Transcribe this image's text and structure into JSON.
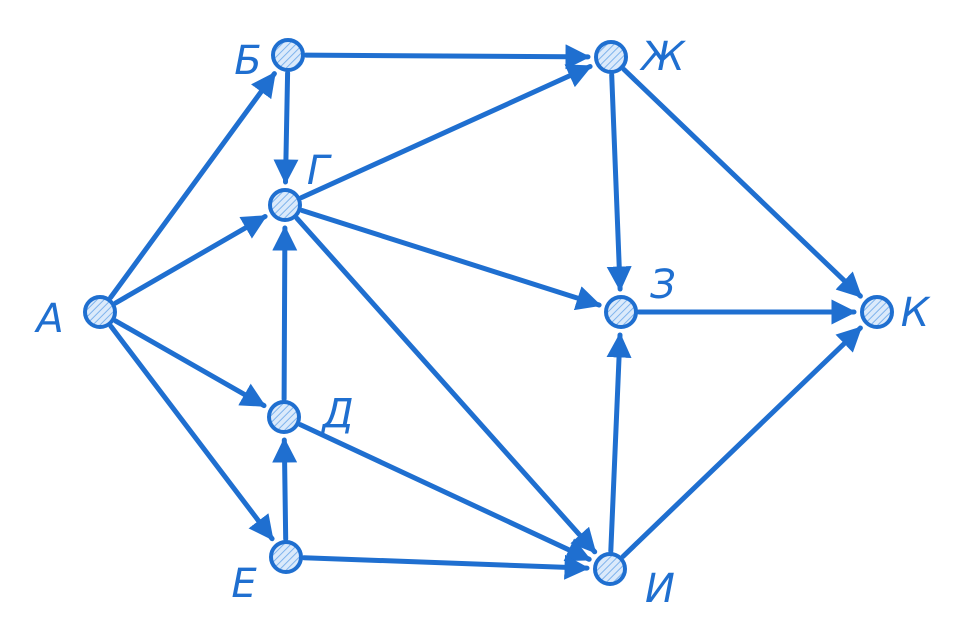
{
  "colors": {
    "stroke": "#1f6fd0",
    "node_fill": "#b7d6f7"
  },
  "nodes": [
    {
      "id": "A",
      "label": "А"
    },
    {
      "id": "B",
      "label": "Б"
    },
    {
      "id": "G",
      "label": "Г"
    },
    {
      "id": "D",
      "label": "Д"
    },
    {
      "id": "E",
      "label": "Е"
    },
    {
      "id": "ZH",
      "label": "Ж"
    },
    {
      "id": "Z",
      "label": "З"
    },
    {
      "id": "I",
      "label": "И"
    },
    {
      "id": "K",
      "label": "К"
    }
  ],
  "edges": [
    {
      "from": "A",
      "to": "B"
    },
    {
      "from": "A",
      "to": "G"
    },
    {
      "from": "A",
      "to": "D"
    },
    {
      "from": "A",
      "to": "E"
    },
    {
      "from": "B",
      "to": "G"
    },
    {
      "from": "B",
      "to": "ZH"
    },
    {
      "from": "G",
      "to": "ZH"
    },
    {
      "from": "G",
      "to": "Z"
    },
    {
      "from": "G",
      "to": "I"
    },
    {
      "from": "D",
      "to": "G"
    },
    {
      "from": "D",
      "to": "I"
    },
    {
      "from": "E",
      "to": "D"
    },
    {
      "from": "E",
      "to": "I"
    },
    {
      "from": "ZH",
      "to": "Z"
    },
    {
      "from": "ZH",
      "to": "K"
    },
    {
      "from": "Z",
      "to": "K"
    },
    {
      "from": "I",
      "to": "Z"
    },
    {
      "from": "I",
      "to": "K"
    }
  ]
}
